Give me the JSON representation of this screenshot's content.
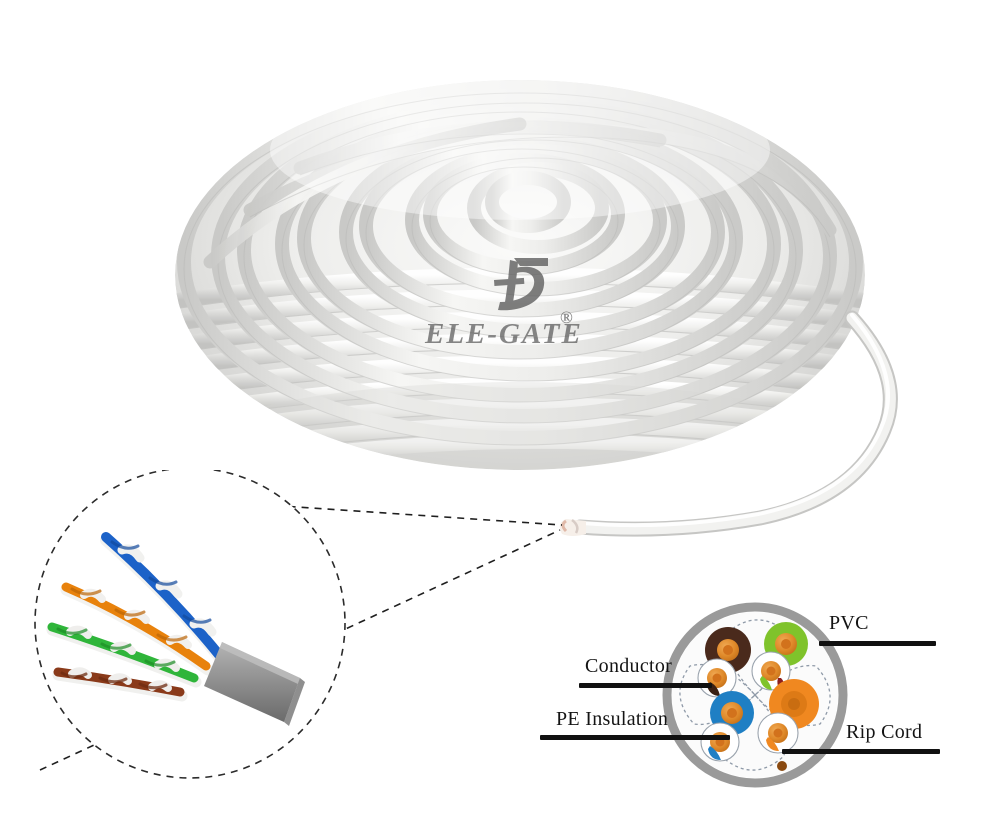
{
  "product": {
    "brand": "ELE-GATE",
    "brand_mark": "®",
    "logo_icon": "ele-gate-monogram-icon",
    "background_color": "#ffffff"
  },
  "photo": {
    "name": "cat5e-utp-cable-coil-photo",
    "subject": "gray UTP network cable coil with loose end",
    "jacket_color": "#e9e9e7",
    "jacket_shadow": "#b9b9b7",
    "jacket_highlight": "#fdfdfd"
  },
  "magnifier": {
    "name": "stripped-cable-magnified-callout",
    "outline_style": "dashed",
    "outline_color": "#2b2b2b",
    "jacket_stub_color": "#8c8c8c",
    "pairs": [
      {
        "label": "blue-pair",
        "color": "#1c62c8",
        "stripe": "#f4f4f4"
      },
      {
        "label": "orange-pair",
        "color": "#e8820c",
        "stripe": "#f4f4f4"
      },
      {
        "label": "green-pair",
        "color": "#2fb53a",
        "stripe": "#f4f4f4"
      },
      {
        "label": "brown-pair",
        "color": "#8a3a1a",
        "stripe": "#f4f4f4"
      }
    ]
  },
  "cross_section": {
    "name": "cable-cross-section-diagram",
    "jacket_color": "#9a9a9a",
    "core_fill": "#fbfbfb",
    "dashed_divider_color": "#8f9aa8",
    "labels": [
      {
        "id": "pvc",
        "text": "PVC",
        "position": "top-right"
      },
      {
        "id": "conductor",
        "text": "Conductor",
        "position": "mid-left"
      },
      {
        "id": "pe-insulation",
        "text": "PE Insulation",
        "position": "lower-left"
      },
      {
        "id": "rip-cord",
        "text": "Rip Cord",
        "position": "bottom-right"
      }
    ],
    "conductor_color": "#e08a2a",
    "conductor_core_color": "#d2721c",
    "rip_cord_color": "#8a4a10",
    "wires": [
      {
        "pair": "brown",
        "insulation": "#4a2a1c",
        "stripe_color": "#3a2013"
      },
      {
        "pair": "green",
        "insulation": "#7fc32b",
        "stripe_color": "#8d1f1f"
      },
      {
        "pair": "blue",
        "insulation": "#1f7fc4",
        "stripe_color": "#1f7fc4"
      },
      {
        "pair": "orange",
        "insulation": "#f08820",
        "stripe_color": "#f08820"
      }
    ]
  }
}
